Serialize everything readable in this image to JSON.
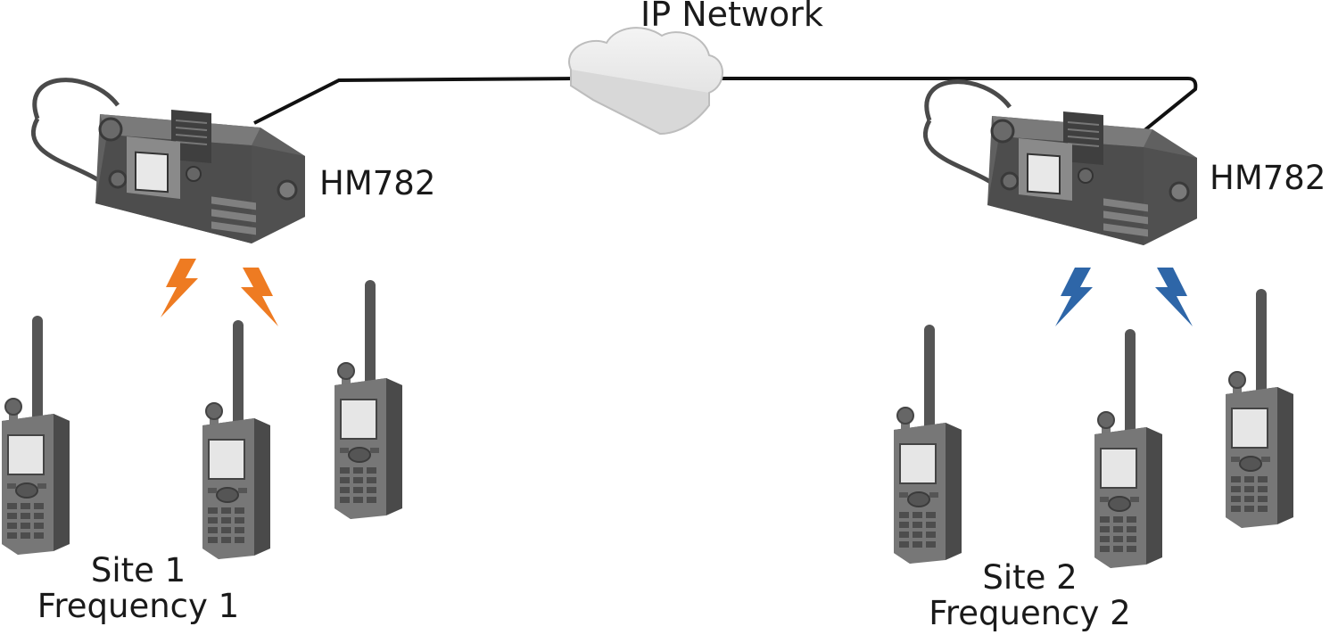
{
  "network": {
    "label": "IP Network"
  },
  "repeaters": [
    {
      "model": "HM782"
    },
    {
      "model": "HM782"
    }
  ],
  "sites": [
    {
      "name": "Site 1",
      "frequency": "Frequency 1",
      "signal_color": "#ee7b22"
    },
    {
      "name": "Site 2",
      "frequency": "Frequency 2",
      "signal_color": "#2e66a8"
    }
  ],
  "colors": {
    "device_dark": "#4b4b4b",
    "device_mid": "#6a6a6a",
    "device_light": "#8e8e8e",
    "screen": "#e8e8e8",
    "cloud": "#eeeeee",
    "link": "#111111"
  }
}
